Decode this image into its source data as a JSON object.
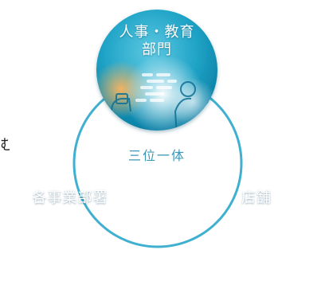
{
  "diagram": {
    "center_label": "三位一体",
    "nodes": [
      {
        "id": "hr",
        "lines": [
          "人事・教育",
          "部門"
        ]
      },
      {
        "id": "depts",
        "lines": [
          "各事業部署"
        ]
      },
      {
        "id": "store",
        "lines": [
          "店舗"
        ]
      }
    ],
    "stray_glyph": "む"
  },
  "colors": {
    "node_fill": "#1fa3c6",
    "node_dark": "#0a7fa5",
    "ring": "#3fb0d0",
    "center_text": "#3d97b8",
    "silhouette": "#0d2a3d",
    "accent_orange": "#f39a3c"
  }
}
